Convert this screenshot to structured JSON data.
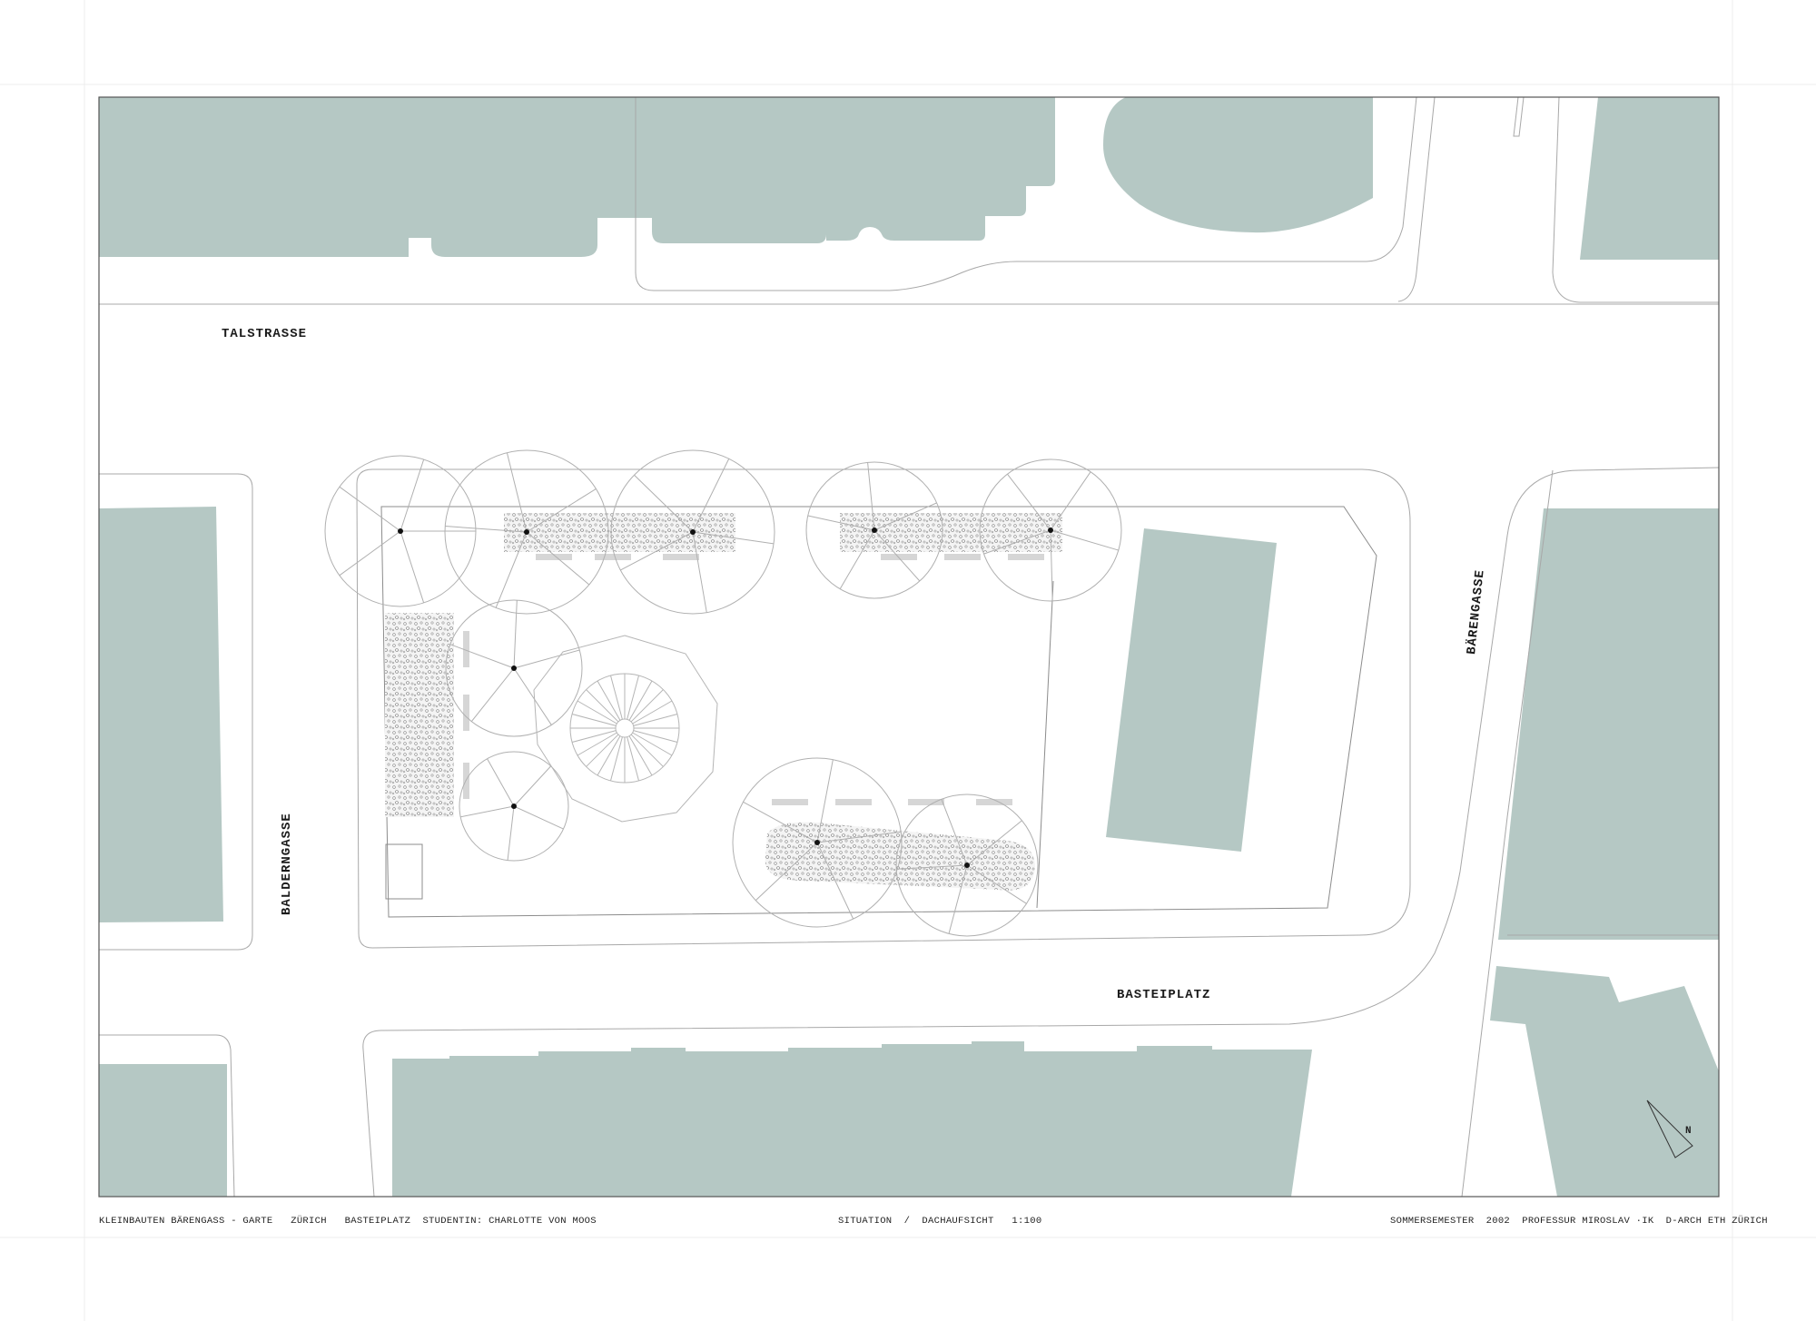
{
  "plan": {
    "streets": {
      "talstrasse": "TALSTRASSE",
      "balderngasse": "BALDERNGASSE",
      "baerengasse": "BÄRENGASSE",
      "basteiplatz": "BASTEIPLATZ"
    },
    "north_label": "N",
    "colors": {
      "building_fill": "#b5c8c4",
      "line": "#9a9a9a",
      "frame": "#555555",
      "tree_dot": "#111111"
    }
  },
  "footer": {
    "left": "KLEINBAUTEN BÄRENGASS - GARTE   ZÜRICH   BASTEIPLATZ  STUDENTIN: CHARLOTTE VON MOOS",
    "center": "SITUATION  /  DACHAUFSICHT   1:100",
    "right": "SOMMERSEMESTER  2002  PROFESSUR MIROSLAV ·IK  D-ARCH ETH ZÜRICH"
  }
}
